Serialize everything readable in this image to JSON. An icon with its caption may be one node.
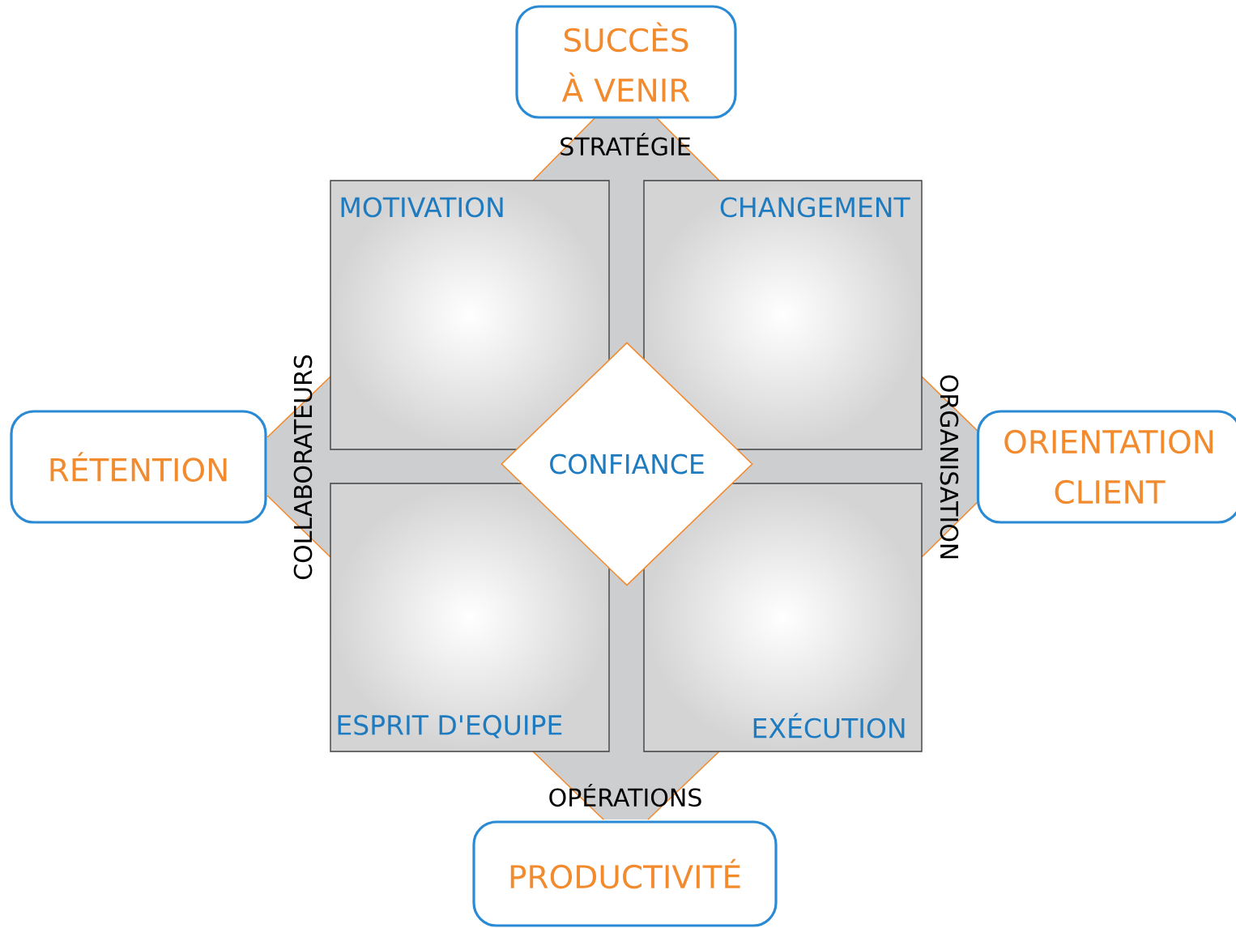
{
  "diagram": {
    "nodes": [
      {
        "text": [
          "SUCCÈS À VENIR"
        ]
      },
      {
        "text": [
          "MOTIVATION"
        ]
      },
      {
        "text": [
          "CHANGEMENT"
        ]
      },
      {
        "text": [
          "RÉTENTION"
        ]
      },
      {
        "text": [
          "CONFIANCE"
        ]
      },
      {
        "text": [
          "ORIENTATION CLIENT"
        ]
      },
      {
        "text": [
          "ESPRIT D'EQUIPE"
        ]
      },
      {
        "text": [
          "EXÉCUTION"
        ]
      },
      {
        "text": [
          "PRODUCTIVITÉ"
        ]
      },
      {
        "text": [
          "STRATÉGIE"
        ]
      },
      {
        "text": [
          "COLLABORATEURS"
        ]
      },
      {
        "text": [
          "ORGANISATION"
        ]
      },
      {
        "text": [
          "OPÉRATIONS"
        ]
      }
    ]
  }
}
